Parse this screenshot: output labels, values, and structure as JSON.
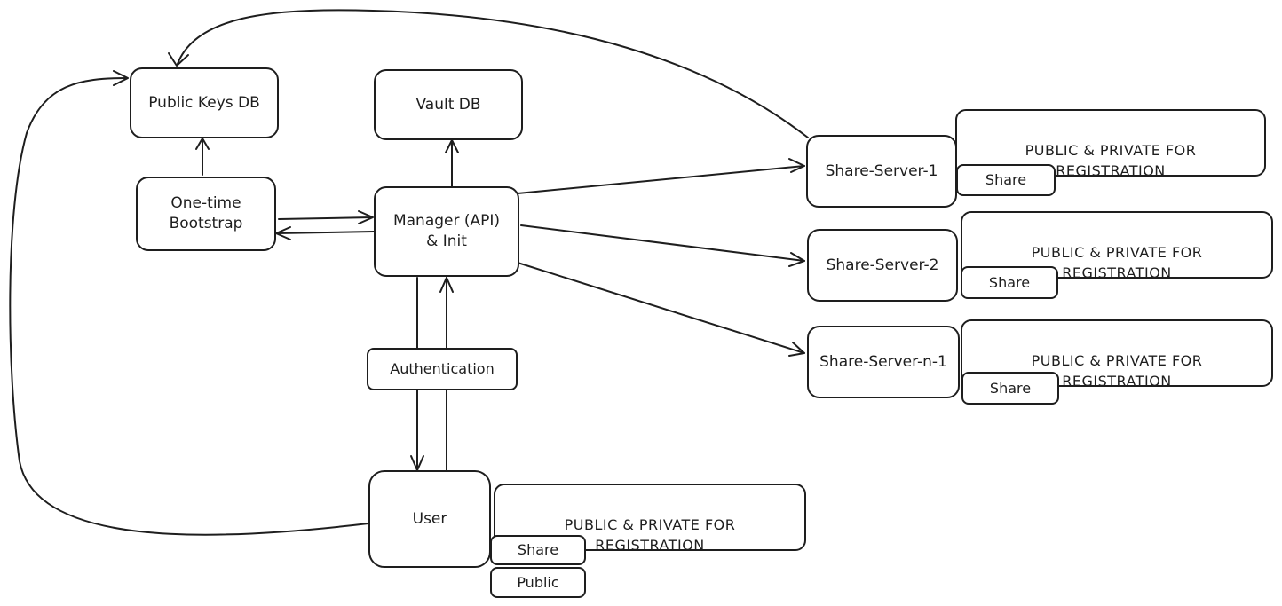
{
  "nodes": {
    "public_keys_db": "Public Keys DB",
    "vault_db": "Vault DB",
    "one_time_bootstrap": "One-time\nBootstrap",
    "manager": "Manager (API)\n& Init",
    "authentication": "Authentication",
    "user": "User",
    "share_server_1": "Share-Server-1",
    "share_server_2": "Share-Server-2",
    "share_server_n1": "Share-Server-n-1"
  },
  "notes": {
    "registration_text": "PUBLIC & PRIVATE FOR\nREGISTRATION",
    "share_label": "Share",
    "public_label": "Public"
  }
}
